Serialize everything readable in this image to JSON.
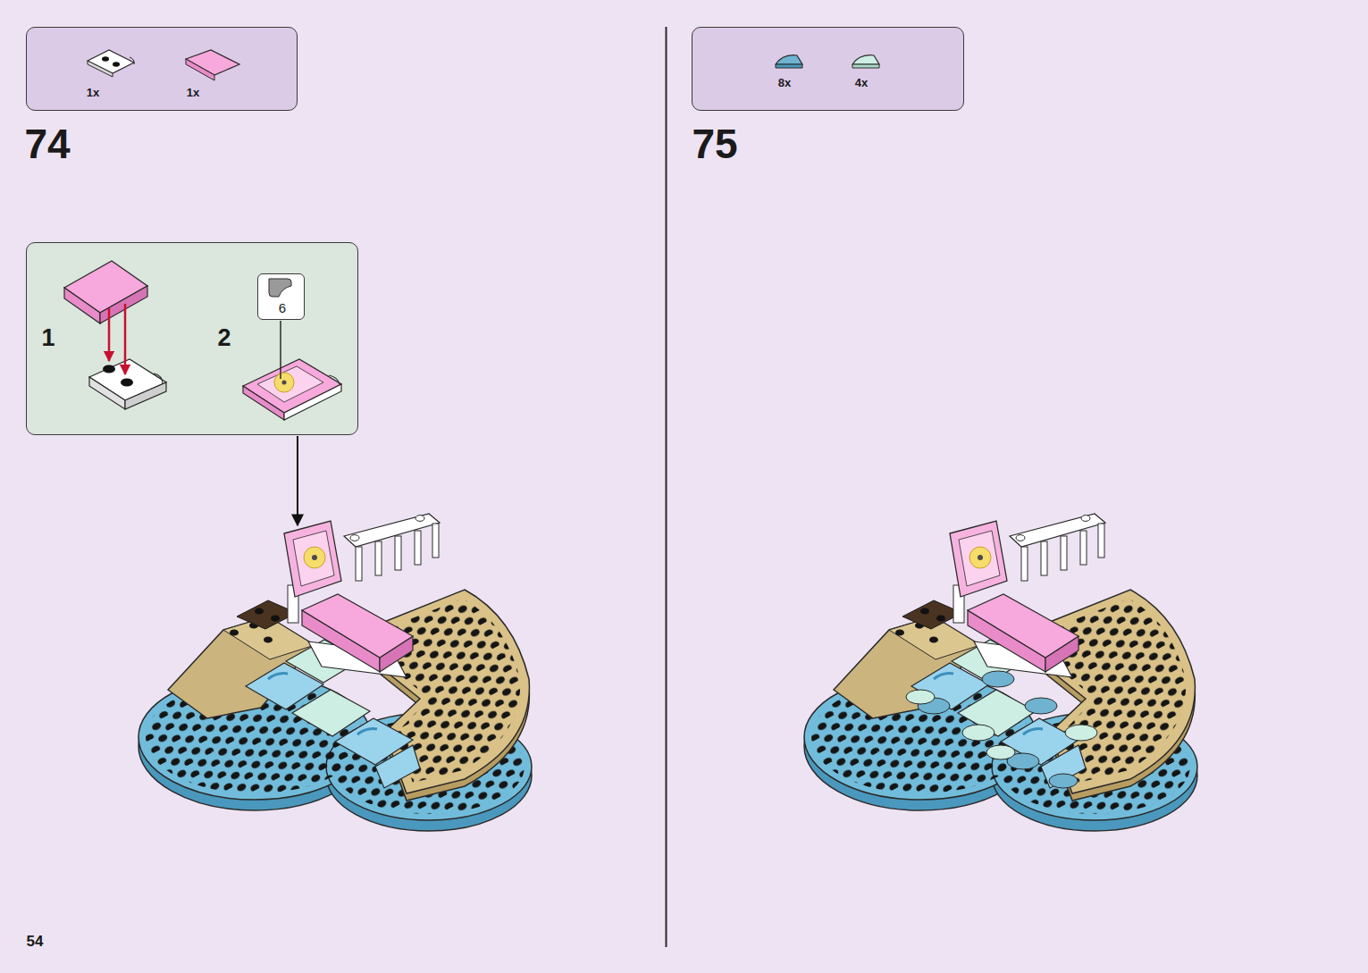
{
  "diagram": {
    "nodes": [
      {
        "text": [
          "1x",
          "1x"
        ]
      },
      {
        "text": [
          "1",
          "2"
        ]
      },
      {
        "text": [
          "6"
        ],
        "in": 1
      },
      {
        "text": [
          "8x",
          "4x"
        ]
      }
    ],
    "labels": [
      "74",
      "75",
      "54"
    ]
  }
}
